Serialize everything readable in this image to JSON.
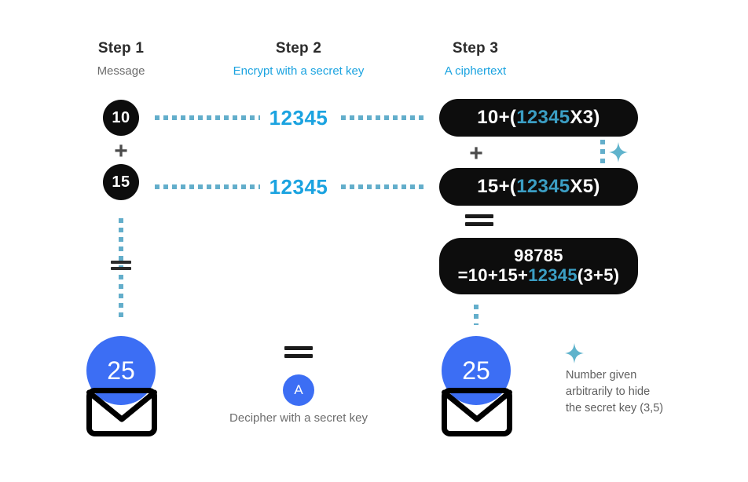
{
  "title": "Homomorphic encryption explainer diagram",
  "columns": [
    {
      "title": "Step 1",
      "subtitle": "Message",
      "subtitle_color": "#6d6d6d"
    },
    {
      "title": "Step 2",
      "subtitle": "Encrypt with a secret key",
      "subtitle_color": "#1ba3e0"
    },
    {
      "title": "Step 3",
      "subtitle": "A ciphertext",
      "subtitle_color": "#1ba3e0"
    }
  ],
  "step1": {
    "value_a": "10",
    "value_b": "15",
    "operator_plus": "+",
    "result": "25"
  },
  "step2": {
    "key_top": "12345",
    "key_bottom": "12345",
    "result_letter": "A",
    "caption": "Decipher with a secret key"
  },
  "step3": {
    "pill_top": {
      "prefix": "10+",
      "open": "(",
      "key": "12345",
      "mult": "X3",
      "close": ")"
    },
    "pill_mid": {
      "prefix": "15+",
      "open": "(",
      "key": "12345",
      "mult": "X5",
      "close": ")"
    },
    "pill_bottom": {
      "line1": "98785",
      "line2_prefix": "=10+15+",
      "line2_key": "12345",
      "line2_suffix": "(3+5)"
    },
    "operator_plus": "+",
    "result": "25"
  },
  "legend": {
    "line1": "Number given",
    "line2": "arbitrarily to hide",
    "line3": "the secret key (3,5)"
  },
  "colors": {
    "accent_blue": "#1ba3e0",
    "muted_blue": "#63aecb",
    "pill_highlight": "#3b9ec4",
    "royal_blue": "#3c6ef4",
    "black": "#0d0d0d",
    "gray_text": "#6d6d6d"
  }
}
